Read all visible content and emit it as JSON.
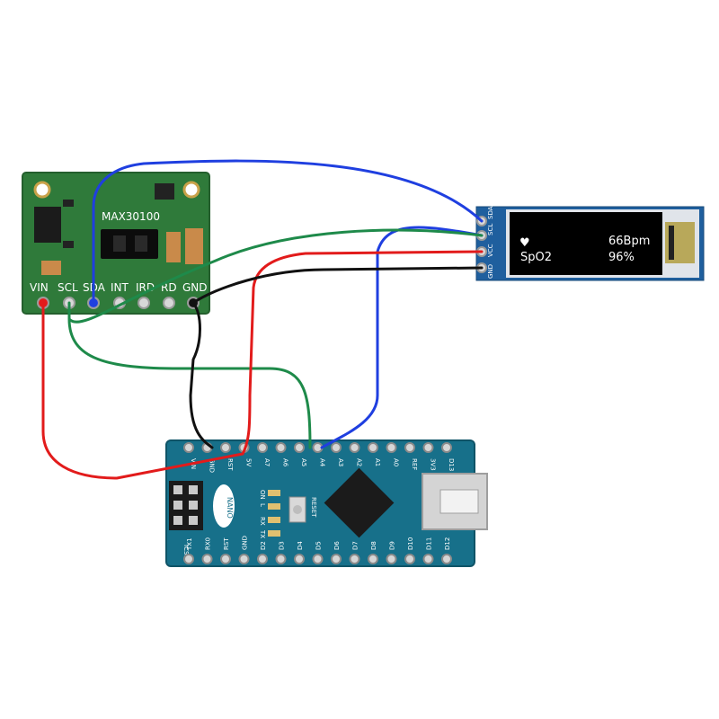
{
  "sensor": {
    "name": "MAX30100",
    "pins": [
      "VIN",
      "SCL",
      "SDA",
      "INT",
      "IRD",
      "RD",
      "GND"
    ]
  },
  "oled": {
    "pins": [
      "GND",
      "VCC",
      "SCL",
      "SDA"
    ],
    "heart": "♥",
    "bpm": "66Bpm",
    "spo2_label": "SpO2",
    "spo2_value": "96%"
  },
  "nano": {
    "badge": "NANO",
    "icsp": "ICSP",
    "reset": "RESET",
    "led_labels": [
      "ON",
      "L",
      "RX",
      "TX"
    ],
    "top_pins": [
      "VIN",
      "GND",
      "RST",
      "5V",
      "A7",
      "A6",
      "A5",
      "A4",
      "A3",
      "A2",
      "A1",
      "A0",
      "REF",
      "3V3",
      "D13"
    ],
    "bottom_pins": [
      "TX1",
      "RX0",
      "RST",
      "GND",
      "D2",
      "D3",
      "D4",
      "D5",
      "D6",
      "D7",
      "D8",
      "D9",
      "D10",
      "D11",
      "D12"
    ]
  },
  "colors": {
    "sensor_board": "#2f7a3a",
    "oled_pcb": "#1f5f9e",
    "nano_board": "#17708a",
    "wire_vcc": "#e21b1b",
    "wire_gnd": "#111111",
    "wire_scl": "#1e8a4a",
    "wire_sda": "#1f3fe0"
  },
  "wiring": [
    {
      "from": "VIN",
      "to": "5V",
      "color": "red"
    },
    {
      "from": "GND",
      "to": "GND",
      "color": "black"
    },
    {
      "from": "SCL",
      "to": "A5",
      "color": "green"
    },
    {
      "from": "SDA",
      "to": "A4",
      "color": "blue"
    }
  ]
}
